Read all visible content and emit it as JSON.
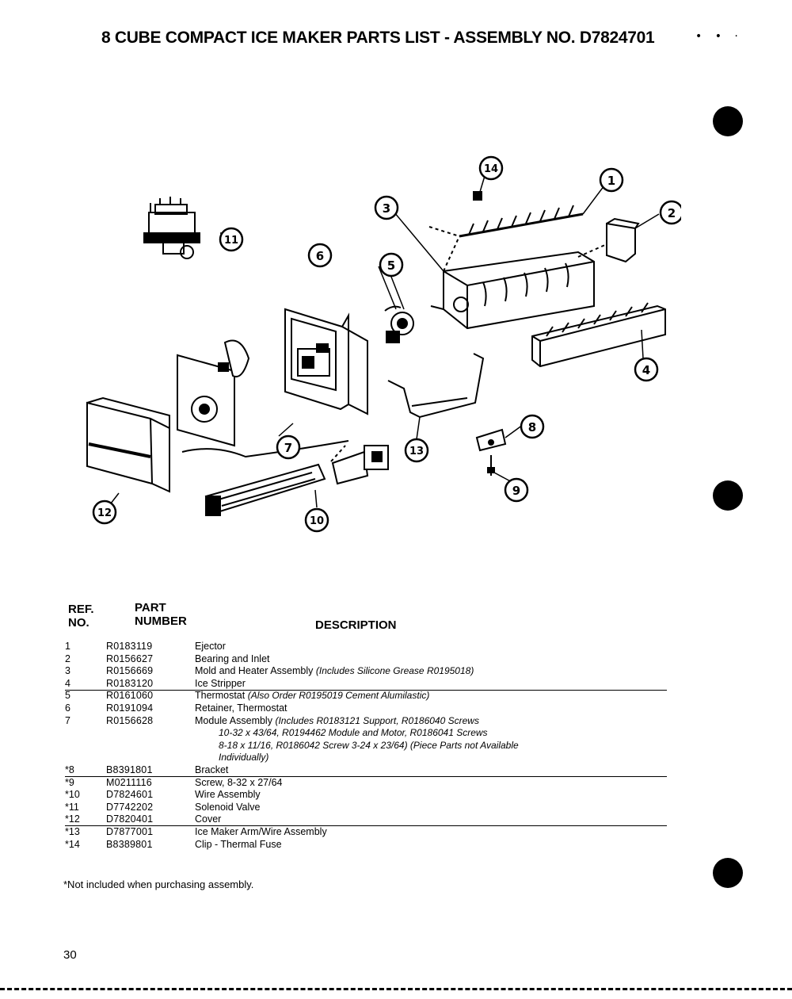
{
  "title": "8 CUBE COMPACT ICE MAKER PARTS LIST - ASSEMBLY NO. D7824701",
  "headers": {
    "ref_line1": "REF.",
    "ref_line2": "NO.",
    "part_line1": "PART",
    "part_line2": "NUMBER",
    "description": "DESCRIPTION"
  },
  "parts": [
    {
      "ref": "1",
      "part": "R0183119",
      "desc": "Ejector",
      "note": ""
    },
    {
      "ref": "2",
      "part": "R0156627",
      "desc": "Bearing and Inlet",
      "note": ""
    },
    {
      "ref": "3",
      "part": "R0156669",
      "desc": "Mold and Heater Assembly",
      "note": "(Includes Silicone Grease R0195018)"
    },
    {
      "ref": "4",
      "part": "R0183120",
      "desc": "Ice Stripper",
      "note": ""
    },
    {
      "ref": "5",
      "part": "R0161060",
      "desc": "Thermostat",
      "note": "(Also Order R0195019 Cement Alumilastic)"
    },
    {
      "ref": "6",
      "part": "R0191094",
      "desc": "Retainer, Thermostat",
      "note": ""
    },
    {
      "ref": "7",
      "part": "R0156628",
      "desc": "Module Assembly",
      "note": "(Includes R0183121 Support, R0186040 Screws"
    },
    {
      "ref": "*8",
      "part": "B8391801",
      "desc": "Bracket",
      "note": ""
    },
    {
      "ref": "*9",
      "part": "M0211116",
      "desc": "Screw, 8-32 x 27/64",
      "note": ""
    },
    {
      "ref": "*10",
      "part": "D7824601",
      "desc": "Wire Assembly",
      "note": ""
    },
    {
      "ref": "*11",
      "part": "D7742202",
      "desc": "Solenoid Valve",
      "note": ""
    },
    {
      "ref": "*12",
      "part": "D7820401",
      "desc": "Cover",
      "note": ""
    },
    {
      "ref": "*13",
      "part": "D7877001",
      "desc": "Ice Maker Arm/Wire Assembly",
      "note": ""
    },
    {
      "ref": "*14",
      "part": "B8389801",
      "desc": "Clip - Thermal Fuse",
      "note": ""
    }
  ],
  "module_continuation": [
    "10-32 x 43/64, R0194462 Module and Motor, R0186041 Screws",
    "8-18 x 11/16, R0186042 Screw 3-24 x 23/64) (Piece Parts not Available",
    "Individually)"
  ],
  "callouts": [
    "1",
    "2",
    "3",
    "4",
    "5",
    "6",
    "7",
    "8",
    "9",
    "10",
    "11",
    "12",
    "13",
    "14"
  ],
  "footnote": "*Not included when purchasing assembly.",
  "page_number": "30"
}
